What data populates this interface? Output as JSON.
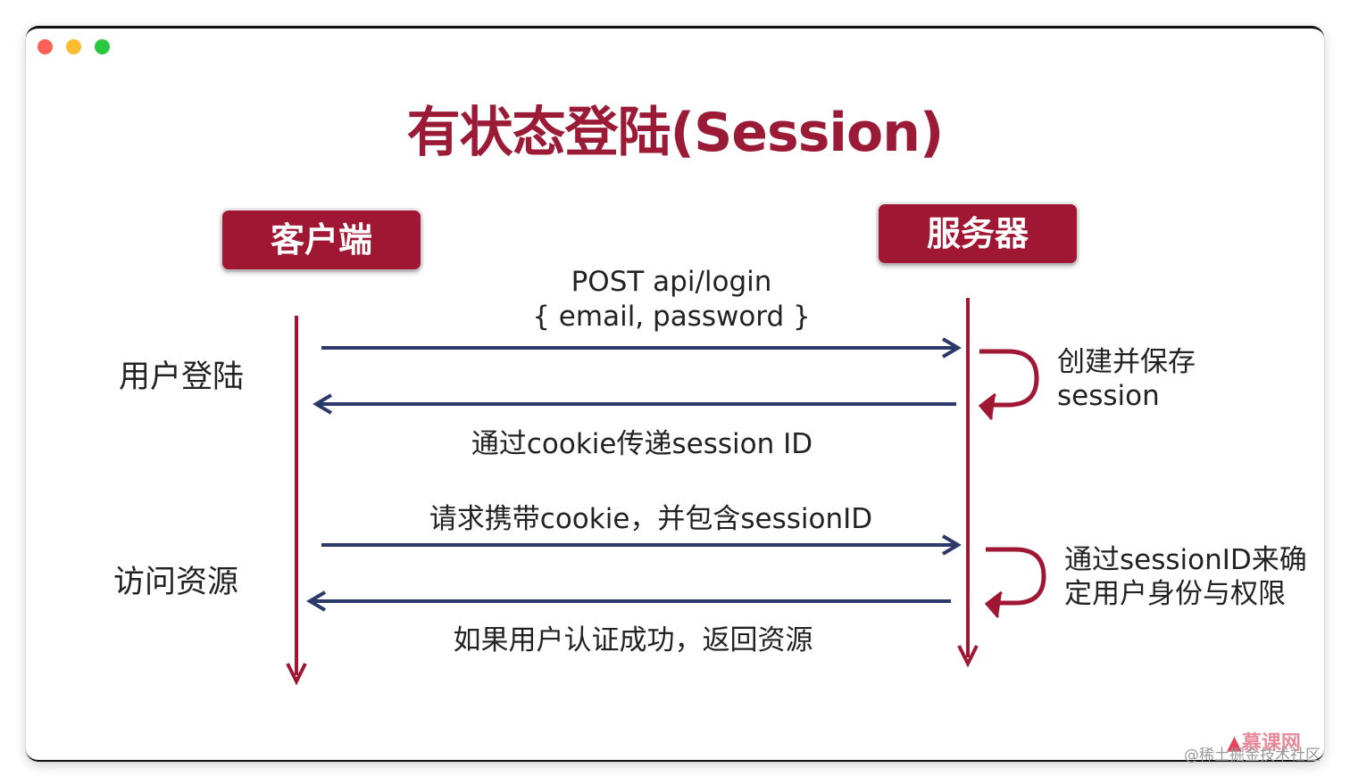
{
  "title": "有状态登陆(Session)",
  "actors": {
    "client": "客户端",
    "server": "服务器"
  },
  "phases": {
    "login": "用户登陆",
    "access": "访问资源"
  },
  "messages": {
    "login_request_line1": "POST api/login",
    "login_request_line2": "{ email, password }",
    "login_response": "通过cookie传递session ID",
    "access_request": "请求携带cookie，并包含sessionID",
    "access_response": "如果用户认证成功，返回资源"
  },
  "notes": {
    "create_session_line1": "创建并保存",
    "create_session_line2": "session",
    "verify_line1": "通过sessionID来确",
    "verify_line2": "定用户身份与权限"
  },
  "watermark": {
    "logo": "慕课网",
    "credit": "@稀土掘金技术社区"
  },
  "colors": {
    "accent": "#a01734",
    "title": "#9b1b36",
    "arrow": "#2b3a6b",
    "lifeline": "#a01734"
  }
}
